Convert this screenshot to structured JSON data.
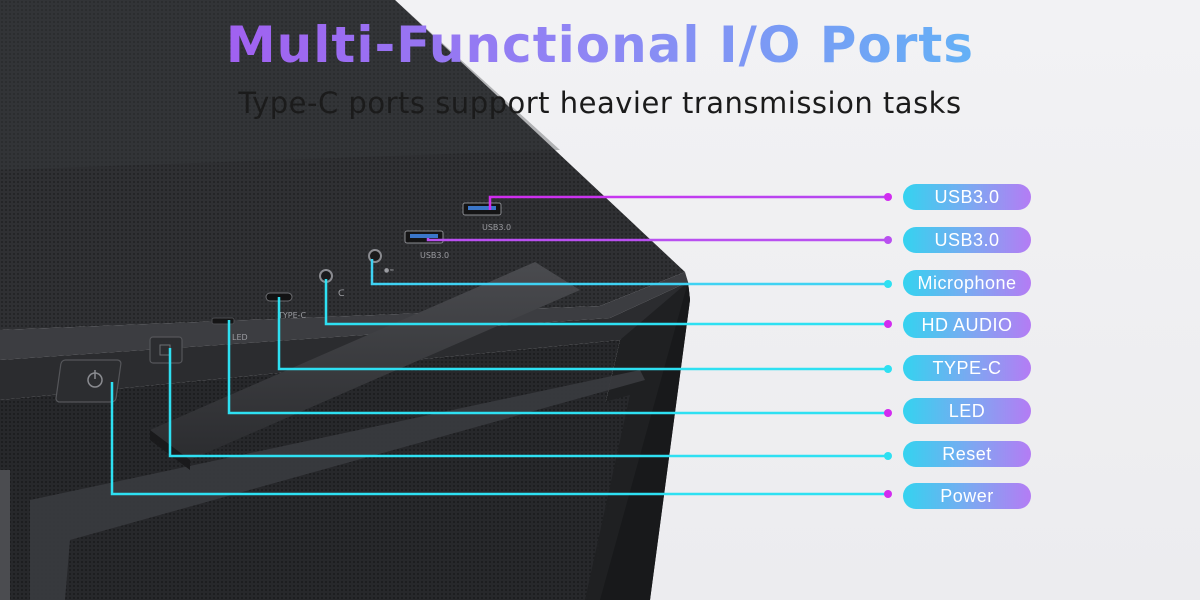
{
  "header": {
    "title": "Multi-Functional I/O Ports",
    "subtitle": "Type-C ports support heavier transmission tasks"
  },
  "case_markings": {
    "usb_a": "USB3.0",
    "usb_b": "USB3.0",
    "type_c": "TYPE-C",
    "led": "LED"
  },
  "ports": [
    {
      "id": "usb3-top",
      "label": "USB3.0"
    },
    {
      "id": "usb3-second",
      "label": "USB3.0"
    },
    {
      "id": "microphone",
      "label": "Microphone"
    },
    {
      "id": "hd-audio",
      "label": "HD AUDIO"
    },
    {
      "id": "type-c",
      "label": "TYPE-C"
    },
    {
      "id": "led",
      "label": "LED"
    },
    {
      "id": "reset",
      "label": "Reset"
    },
    {
      "id": "power",
      "label": "Power"
    }
  ],
  "colors": {
    "magenta": "#d12cf0",
    "cyan": "#2ee0f2",
    "pill_start": "#34d3f0",
    "pill_end": "#b47cf4",
    "case_dark": "#2a2b2e"
  }
}
